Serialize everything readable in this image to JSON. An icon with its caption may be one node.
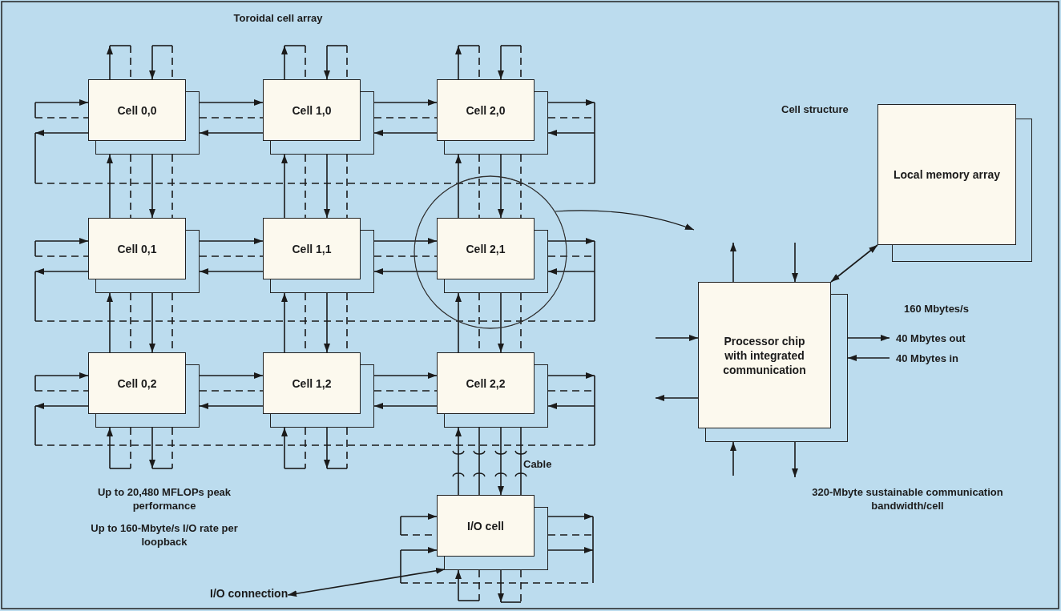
{
  "diagram": {
    "title": "Toroidal cell array",
    "nodes": [
      {
        "text": [
          "Cell 0,0"
        ]
      },
      {
        "text": [
          "Cell 1,0"
        ]
      },
      {
        "text": [
          "Cell 2,0"
        ]
      },
      {
        "text": [
          "Cell 0,1"
        ]
      },
      {
        "text": [
          "Cell 1,1"
        ]
      },
      {
        "text": [],
        "shape": "circle"
      },
      {
        "text": [
          "Cell 2,1"
        ],
        "in": 5
      },
      {
        "text": [
          "Cell 0,2"
        ]
      },
      {
        "text": [
          "Cell 1,2"
        ]
      },
      {
        "text": [
          "Cell 2,2"
        ]
      },
      {
        "text": [
          "I/O cell"
        ]
      },
      {
        "text": [
          "I/O connection"
        ]
      },
      {
        "text": [
          "Processor chip with integrated communication"
        ]
      },
      {
        "text": [
          "Local memory array"
        ]
      },
      {
        "text": [
          "40 Mbytes out"
        ]
      },
      {
        "text": [
          "40 Mbytes in"
        ]
      }
    ],
    "edges": [
      {
        "from": 0,
        "to": 1,
        "arrow": "to"
      },
      {
        "from": 0,
        "to": 1,
        "arrow": "none",
        "style": "dashed"
      },
      {
        "from": 1,
        "to": 0,
        "arrow": "to"
      },
      {
        "from": 1,
        "to": 2,
        "arrow": "to"
      },
      {
        "from": 1,
        "to": 2,
        "arrow": "none",
        "style": "dashed"
      },
      {
        "from": 2,
        "to": 1,
        "arrow": "to"
      },
      {
        "from": 3,
        "to": 4,
        "arrow": "to"
      },
      {
        "from": 3,
        "to": 4,
        "arrow": "none",
        "style": "dashed"
      },
      {
        "from": 4,
        "to": 3,
        "arrow": "to"
      },
      {
        "from": 4,
        "to": 6,
        "arrow": "to"
      },
      {
        "from": 4,
        "to": 6,
        "arrow": "none",
        "style": "dashed"
      },
      {
        "from": 6,
        "to": 4,
        "arrow": "to"
      },
      {
        "from": 7,
        "to": 8,
        "arrow": "to"
      },
      {
        "from": 7,
        "to": 8,
        "arrow": "none",
        "style": "dashed"
      },
      {
        "from": 8,
        "to": 7,
        "arrow": "to"
      },
      {
        "from": 8,
        "to": 9,
        "arrow": "to"
      },
      {
        "from": 8,
        "to": 9,
        "arrow": "none",
        "style": "dashed"
      },
      {
        "from": 9,
        "to": 8,
        "arrow": "to"
      },
      {
        "from": 3,
        "to": 0,
        "arrow": "to"
      },
      {
        "from": 0,
        "to": 3,
        "arrow": "none",
        "style": "dashed"
      },
      {
        "from": 0,
        "to": 3,
        "arrow": "to"
      },
      {
        "from": 0,
        "to": 3,
        "arrow": "none",
        "style": "dashed"
      },
      {
        "from": 7,
        "to": 3,
        "arrow": "to"
      },
      {
        "from": 3,
        "to": 7,
        "arrow": "none",
        "style": "dashed"
      },
      {
        "from": 3,
        "to": 7,
        "arrow": "to"
      },
      {
        "from": 3,
        "to": 7,
        "arrow": "none",
        "style": "dashed"
      },
      {
        "from": 4,
        "to": 1,
        "arrow": "to"
      },
      {
        "from": 1,
        "to": 4,
        "arrow": "none",
        "style": "dashed"
      },
      {
        "from": 1,
        "to": 4,
        "arrow": "to"
      },
      {
        "from": 1,
        "to": 4,
        "arrow": "none",
        "style": "dashed"
      },
      {
        "from": 8,
        "to": 4,
        "arrow": "to"
      },
      {
        "from": 4,
        "to": 8,
        "arrow": "none",
        "style": "dashed"
      },
      {
        "from": 4,
        "to": 8,
        "arrow": "to"
      },
      {
        "from": 4,
        "to": 8,
        "arrow": "none",
        "style": "dashed"
      },
      {
        "from": 6,
        "to": 2,
        "arrow": "to"
      },
      {
        "from": 2,
        "to": 6,
        "arrow": "none",
        "style": "dashed"
      },
      {
        "from": 2,
        "to": 6,
        "arrow": "to"
      },
      {
        "from": 2,
        "to": 6,
        "arrow": "none",
        "style": "dashed"
      },
      {
        "from": 9,
        "to": 6,
        "arrow": "to"
      },
      {
        "from": 6,
        "to": 9,
        "arrow": "none",
        "style": "dashed"
      },
      {
        "from": 6,
        "to": 9,
        "arrow": "to"
      },
      {
        "from": 6,
        "to": 9,
        "arrow": "none",
        "style": "dashed"
      },
      {
        "from": 10,
        "to": 9,
        "arrow": "to"
      },
      {
        "from": 9,
        "to": 10,
        "arrow": "none"
      },
      {
        "from": 9,
        "to": 10,
        "arrow": "to"
      },
      {
        "from": 9,
        "to": 10,
        "arrow": "none"
      },
      {
        "from": null,
        "to": 0,
        "arrow": "to"
      },
      {
        "from": 0,
        "to": null,
        "arrow": "to"
      },
      {
        "from": null,
        "to": 3,
        "arrow": "to"
      },
      {
        "from": 3,
        "to": null,
        "arrow": "to"
      },
      {
        "from": null,
        "to": 7,
        "arrow": "to"
      },
      {
        "from": 7,
        "to": null,
        "arrow": "to"
      },
      {
        "from": 2,
        "to": null,
        "arrow": "to"
      },
      {
        "from": null,
        "to": 2,
        "arrow": "to"
      },
      {
        "from": 6,
        "to": null,
        "arrow": "to"
      },
      {
        "from": null,
        "to": 6,
        "arrow": "to"
      },
      {
        "from": 9,
        "to": null,
        "arrow": "to"
      },
      {
        "from": null,
        "to": 9,
        "arrow": "to"
      },
      {
        "from": 0,
        "to": null,
        "arrow": "to"
      },
      {
        "from": null,
        "to": 0,
        "arrow": "to"
      },
      {
        "from": 1,
        "to": null,
        "arrow": "to"
      },
      {
        "from": null,
        "to": 1,
        "arrow": "to"
      },
      {
        "from": 2,
        "to": null,
        "arrow": "to"
      },
      {
        "from": null,
        "to": 2,
        "arrow": "to"
      },
      {
        "from": null,
        "to": 7,
        "arrow": "to"
      },
      {
        "from": 7,
        "to": null,
        "arrow": "to"
      },
      {
        "from": null,
        "to": 8,
        "arrow": "to"
      },
      {
        "from": 8,
        "to": null,
        "arrow": "to"
      },
      {
        "from": null,
        "to": 10,
        "arrow": "to"
      },
      {
        "from": null,
        "to": 10,
        "arrow": "to"
      },
      {
        "from": 10,
        "to": null,
        "arrow": "to"
      },
      {
        "from": 10,
        "to": null,
        "arrow": "to"
      },
      {
        "from": null,
        "to": 10,
        "arrow": "to"
      },
      {
        "from": 10,
        "to": null,
        "arrow": "to"
      },
      {
        "from": 12,
        "to": null,
        "arrow": "to"
      },
      {
        "from": null,
        "to": 12,
        "arrow": "to"
      },
      {
        "from": null,
        "to": 12,
        "arrow": "to"
      },
      {
        "from": 12,
        "to": null,
        "arrow": "to"
      },
      {
        "from": 12,
        "to": 14,
        "arrow": "to"
      },
      {
        "from": 15,
        "to": 12,
        "arrow": "to"
      },
      {
        "from": null,
        "to": 12,
        "arrow": "to"
      },
      {
        "from": 12,
        "to": null,
        "arrow": "to"
      },
      {
        "from": 11,
        "to": 10,
        "arrow": "both"
      },
      {
        "from": 5,
        "to": null,
        "arrow": "to"
      },
      {
        "from": 12,
        "to": 13,
        "arrow": "both"
      }
    ],
    "labels": [
      "Cell structure",
      "Cable",
      "160 Mbytes/s",
      "Up to 20,480 MFLOPs peak performance",
      "Up to 160-Mbyte/s I/O rate per loopback",
      "320-Mbyte sustainable communication bandwidth/cell"
    ]
  }
}
